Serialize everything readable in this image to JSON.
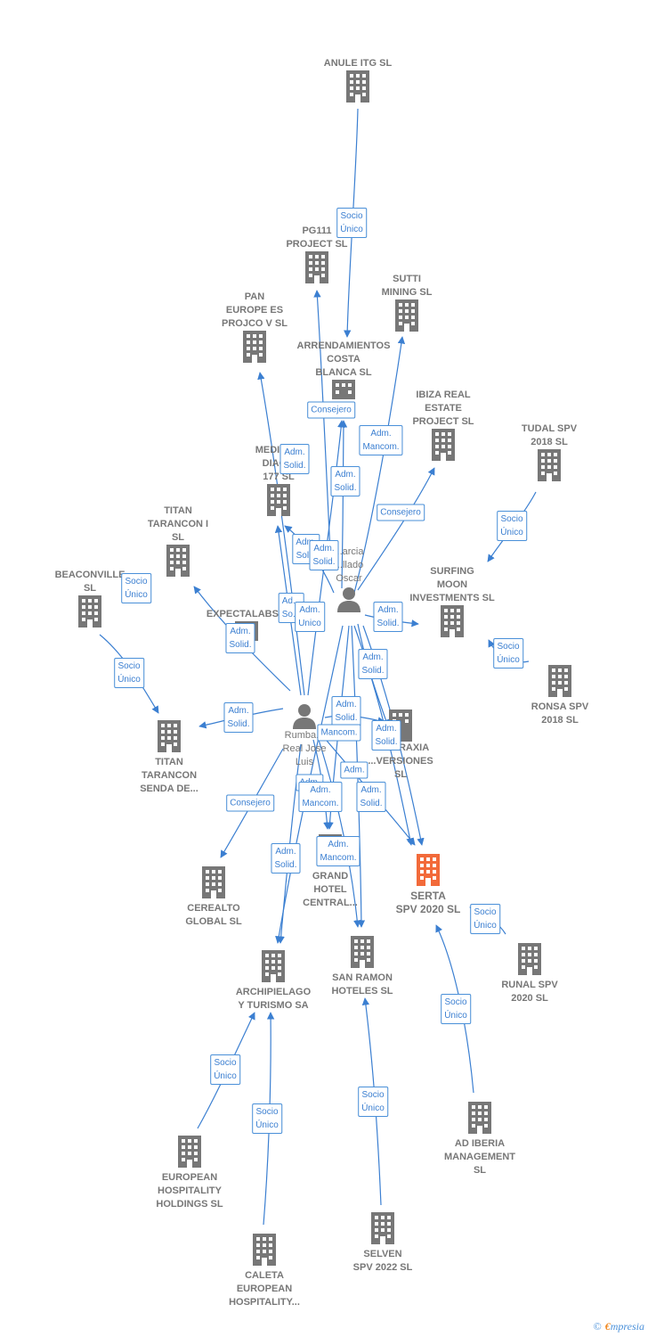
{
  "colors": {
    "edge": "#3b7fd1",
    "node": "#777777",
    "focus": "#f26a3a",
    "label_border": "#4a90d9"
  },
  "nodes": {
    "anule": "ANULE ITG  SL",
    "pg111": "PG111\nPROJECT  SL",
    "sutti": "SUTTI\nMINING SL",
    "pan": "PAN\nEUROPE ES\nPROJCO V SL",
    "arrendamientos": "ARRENDAMIENTOS\nCOSTA\nBLANCA SL",
    "ibiza": "IBIZA REAL\nESTATE\nPROJECT  SL",
    "tudal": "TUDAL SPV\n2018  SL",
    "mediacion": "MEDIAC...\nDIAG...\n177  SL",
    "titan_i": "TITAN\nTARANCON I\nSL",
    "beaconville": "BEACONVILLE\nSL",
    "expectalabs": "EXPECTALABS...",
    "garcia": "...arcia\n...llado\nOscar",
    "surfing": "SURFING\nMOON\nINVESTMENTS SL",
    "ronsa": "RONSA SPV\n2018  SL",
    "titan_senda": "TITAN\nTARANCON\nSENDA DE...",
    "rumbau": "Rumba...\nReal Jose\nLuis",
    "ataraxia": "...ATARAXIA\n...VERSIONES\nSL",
    "cerealto": "CEREALTO\nGLOBAL  SL",
    "grand": "GRAND\nHOTEL\nCENTRAL...",
    "serta": "SERTA\nSPV 2020  SL",
    "runal": "RUNAL SPV\n2020  SL",
    "archipielago": "ARCHIPIELAGO\nY TURISMO SA",
    "san_ramon": "SAN RAMON\nHOTELES SL",
    "ad_iberia": "AD IBERIA\nMANAGEMENT\nSL",
    "european_holdings": "EUROPEAN\nHOSPITALITY\nHOLDINGS  SL",
    "selven": "SELVEN\nSPV 2022  SL",
    "caleta": "CALETA\nEUROPEAN\nHOSPITALITY..."
  },
  "edge_labels": {
    "socio_unico": "Socio\nÚnico",
    "consejero": "Consejero",
    "adm_solid": "Adm.\nSolid.",
    "adm_mancom": "Adm.\nMancom.",
    "adm_unico": "Adm.\nUnico",
    "mancom": "Mancom.",
    "adm_short": "Adm.",
    "adm_sol_cut": "Adm.\nSol...",
    "ad_cut": "Ad...\nSo..."
  },
  "brand": {
    "copyright": "©",
    "e": "€",
    "rest": "mpresia"
  }
}
